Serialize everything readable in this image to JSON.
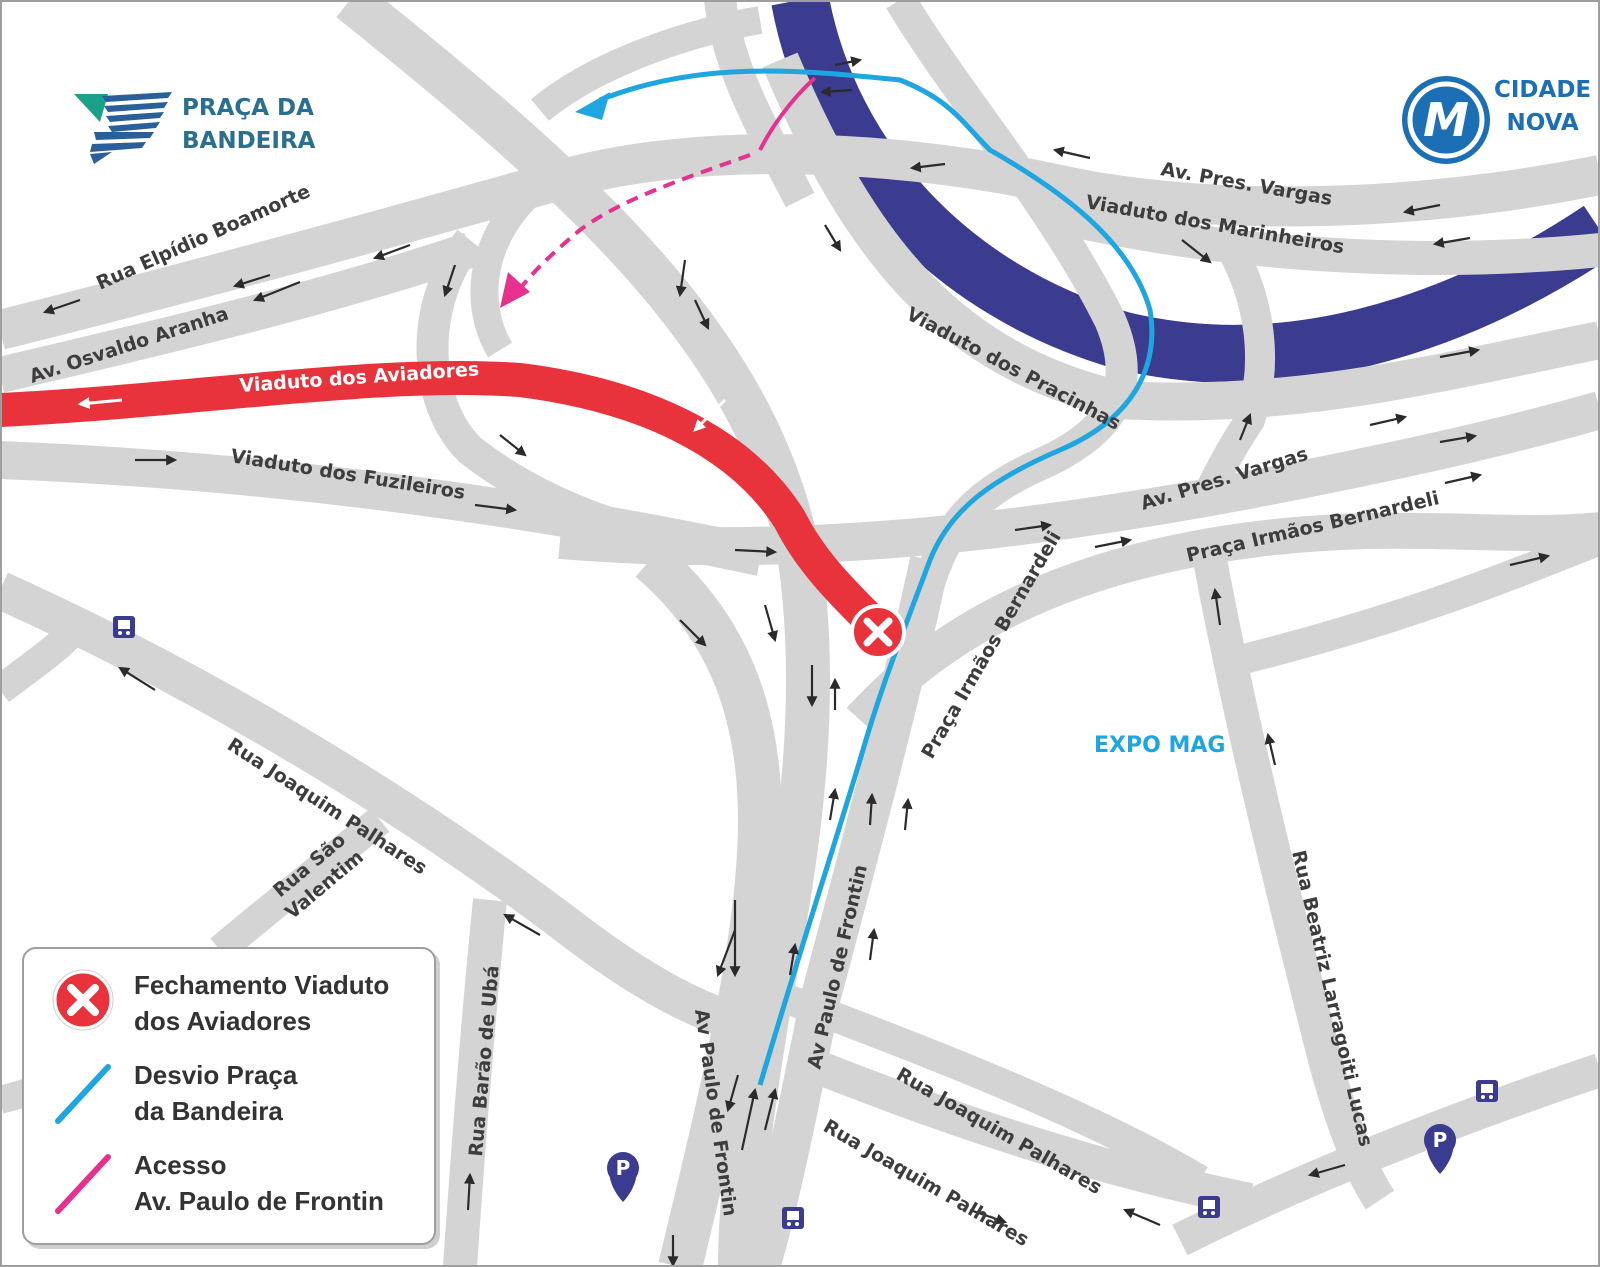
{
  "map": {
    "streets": {
      "pres_vargas_north": "Av. Pres. Vargas",
      "marinheiros": "Viaduto dos Marinheiros",
      "elpidio": "Rua Elpídio Boamorte",
      "osvaldo": "Av. Osvaldo Aranha",
      "aviadores": "Viaduto dos Aviadores",
      "pracinhas": "Viaduto dos Pracinhas",
      "fuzileiros": "Viaduto dos Fuzileiros",
      "pres_vargas_south": "Av. Pres. Vargas",
      "praca_irmaos_1": "Praça Irmãos Bernardeli",
      "praca_irmaos_2": "Praça Irmãos Bernardeli",
      "joaquim_1": "Rua Joaquim Palhares",
      "joaquim_2": "Rua Joaquim Palhares",
      "joaquim_3": "Rua Joaquim Palhares",
      "sao_valentim_1": "Rua São",
      "sao_valentim_2": "Valentim",
      "barao_uba": "Rua Barão de Ubá",
      "paulo_frontin_1": "Av Paulo de Frontin",
      "paulo_frontin_2": "Av Paulo de Frontin",
      "beatriz": "Rua Beatriz Larragoiti Lucas"
    },
    "places": {
      "expo_mag": "EXPO MAG"
    },
    "colors": {
      "road": "#d4d4d4",
      "rail": "#3b3b8f",
      "closure": "#e8323c",
      "detour": "#1fa5e0",
      "access": "#e8308f",
      "icon": "#3b3b8f"
    }
  },
  "logos": {
    "left_line1": "PRAÇA DA",
    "left_line2": "BANDEIRA",
    "right_letter": "M",
    "right_line1": "CIDADE",
    "right_line2": "NOVA"
  },
  "icons": {
    "parking_letter": "P"
  },
  "legend": {
    "items": [
      {
        "label": "Fechamento Viaduto\ndos Aviadores",
        "icon": "closure-x-icon",
        "color": "#e8323c"
      },
      {
        "label": "Desvio Praça\nda Bandeira",
        "icon": "detour-line-icon",
        "color": "#1fa5e0"
      },
      {
        "label": "Acesso\nAv. Paulo de Frontin",
        "icon": "access-line-icon",
        "color": "#e8308f"
      }
    ]
  }
}
